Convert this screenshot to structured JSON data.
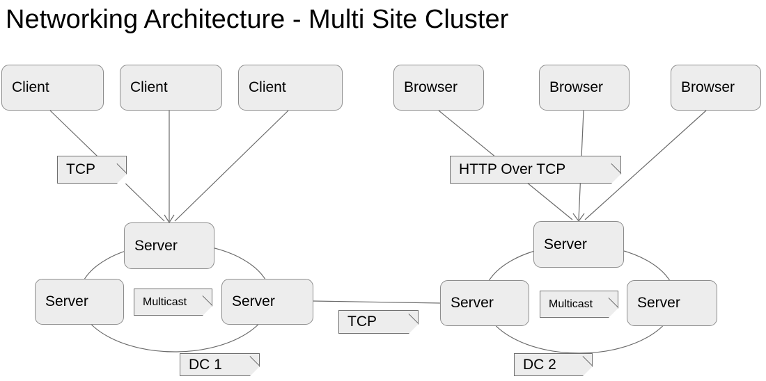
{
  "page": {
    "title": "Networking Architecture - Multi Site Cluster",
    "background": "#ffffff",
    "node_fill": "#ededed",
    "node_stroke": "#8c8c8c",
    "note_fill": "#ededed",
    "note_stroke": "#6f6f6f",
    "edge_stroke": "#6a6a6a",
    "text_color": "#000000"
  },
  "clients": [
    {
      "label": "Client"
    },
    {
      "label": "Client"
    },
    {
      "label": "Client"
    }
  ],
  "browsers": [
    {
      "label": "Browser"
    },
    {
      "label": "Browser"
    },
    {
      "label": "Browser"
    }
  ],
  "notes": {
    "client_protocol": "TCP",
    "browser_protocol": "HTTP Over TCP",
    "inter_dc_protocol": "TCP",
    "dc1_multicast": "Multicast",
    "dc2_multicast": "Multicast",
    "dc1_label": "DC 1",
    "dc2_label": "DC 2"
  },
  "dc1": {
    "name": "DC 1",
    "servers": [
      {
        "label": "Server",
        "position": "top"
      },
      {
        "label": "Server",
        "position": "left"
      },
      {
        "label": "Server",
        "position": "right"
      }
    ]
  },
  "dc2": {
    "name": "DC 2",
    "servers": [
      {
        "label": "Server",
        "position": "top"
      },
      {
        "label": "Server",
        "position": "left"
      },
      {
        "label": "Server",
        "position": "right"
      }
    ]
  }
}
